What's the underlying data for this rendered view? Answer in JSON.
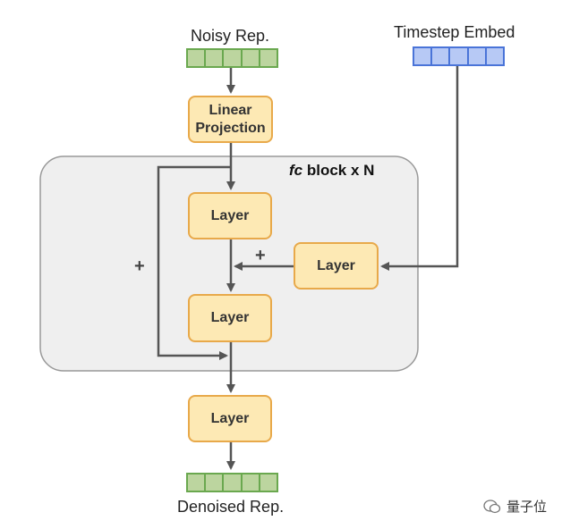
{
  "inputs": {
    "noisy_label": "Noisy Rep.",
    "timestep_label": "Timestep Embed",
    "output_label": "Denoised Rep."
  },
  "boxes": {
    "linear_projection": "Linear\nProjection",
    "layer_1": "Layer",
    "layer_side": "Layer",
    "layer_2": "Layer",
    "layer_out": "Layer"
  },
  "block": {
    "title_italic": "fc",
    "title_rest": " block x N"
  },
  "plus_symbols": {
    "residual": "+",
    "timestep": "+"
  },
  "watermark": {
    "text": "量子位"
  },
  "colors": {
    "box_fill": "#fde9b4",
    "box_border": "#e8a94a",
    "green_cell": "#bcd59f",
    "blue_cell": "#b7c9f5",
    "block_bg": "#efefef",
    "arrow": "#555555"
  }
}
